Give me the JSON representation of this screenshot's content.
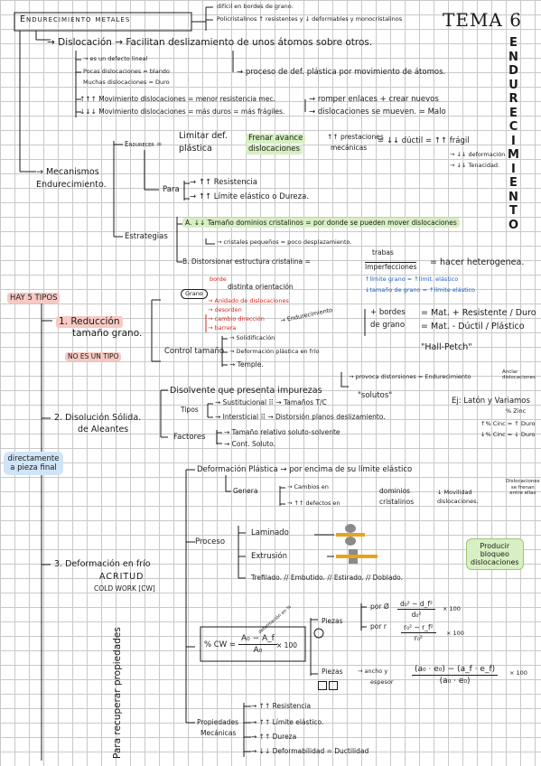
{
  "header": {
    "title": "Endurecimiento metales",
    "tema": "TEMA 6",
    "vertical_title": [
      "E",
      "N",
      "D",
      "U",
      "R",
      "E",
      "C",
      "I",
      "M",
      "I",
      "E",
      "N",
      "T",
      "O"
    ],
    "top_notes": [
      "difícil en bordes de grano.",
      "Policristalinos ↑ resistentes y ↓ deformables y monocristalinos"
    ]
  },
  "dislocacion": {
    "head": "→ Dislocación → Facilitan deslizamiento de unos átomos sobre otros.",
    "left_notes": [
      "→ es un defecto lineal",
      "Pocas dislocaciones = blando",
      "Muchas dislocaciones = Duro"
    ],
    "proceso": "→ proceso de def. plástica por movimiento de átomos.",
    "mov1": "↑↑↑ Movimiento dislocaciones = menor resistencia mec.",
    "mov2": "↓↓↓ Movimiento dislocaciones = más duros = más frágiles.",
    "right1": "→ romper enlaces + crear nuevos",
    "right2": "→ dislocaciones se mueven. = Malo"
  },
  "mecanismos": {
    "label_1": "→ Mecanismos",
    "label_2": "Endurecimiento.",
    "endurecer": "Endurecer =",
    "limitar_1": "Limitar def.",
    "limitar_2": "plástica",
    "frenar_1": "Frenar avance",
    "frenar_2": "dislocaciones",
    "prest_1": "↑↑ prestaciones",
    "prest_2": "mecánicas",
    "ductil": "= ↓↓ dúctil = ↑↑ frágil",
    "def": "→ ↓↓ deformación",
    "ten": "→ ↓↓ Tenacidad.",
    "para": "Para",
    "res": "→ ↑↑ Resistencia",
    "lim": "→ ↑↑ Límite elástico o Dureza.",
    "estrategias": "Estrategias",
    "a": "A. ↓↓ Tamaño dominios cristalinos = por donde se pueden mover dislocaciones",
    "a_sub": "→ cristales pequeños = poco desplazamiento.",
    "b": "B. Distorsionar estructura cristalina =",
    "trabas": "trabas",
    "imperf": "Imperfecciones",
    "hetero": "= hacer heterogenea.",
    "blue1": "↑límite grano = ↑límit. elástico",
    "blue2": "↓tamaño de grano = ↑límite elástico"
  },
  "hay": {
    "label": "HAY 5 TIPOS"
  },
  "tipo1": {
    "label_1": "1. Reducción",
    "label_2": "tamaño grano.",
    "no_tipo": "NO ES UN TIPO",
    "grano": "Grano",
    "borde": "borde",
    "distinta": "distinta orientación",
    "r1": "→ Anidado de dislocaciones",
    "r2": "→ desorden",
    "r3": "→ cambio dirección",
    "r4": "→ barrera",
    "endur": "→ Endurecimiento",
    "bordes_1": "+ bordes",
    "bordes_2": "de grano",
    "mat1": "= Mat. + Resistente / Duro",
    "mat2": "= Mat. - Dúctil / Plástico",
    "hall": "\"Hall-Petch\"",
    "control": "Control tamaño",
    "c1": "→ Solidificación",
    "c2": "→ Deformación plástica en frío",
    "c3": "→ Temple."
  },
  "tipo2": {
    "label_1": "2. Disolución Sólida.",
    "label_2": "de Aleantes",
    "disol": "Disolvente que presenta impurezas",
    "solutos": "\"solutos\"",
    "provoca": "→ provoca distorsiones = Endurecimiento",
    "anclar": "Anclar dislocaciones",
    "tipos": "Tipos",
    "sust": "→ Sustitucional ⠿ → Tamaños T/C",
    "inter": "→ Intersticial ⠿ → Distorsión planos deslizamiento.",
    "ej": "Ej: Latón y Variamos",
    "zn": "% Zinc",
    "z1": "↑% Cinc = ↑ Duro",
    "z2": "↓% Cinc = ↓ Duro",
    "factores": "Factores",
    "f1": "→ Tamaño relativo soluto-solvente",
    "f2": "→ Cont. Soluto."
  },
  "tipo3": {
    "note": "directamente a pieza final",
    "label": "3. Deformación en frío",
    "acritud": "ACRITUD",
    "cw": "COLD WORK [CW]",
    "def_plast": "Deformación Plástica → por encima de su límite elástico",
    "genera": "Genera",
    "cambios": "→ Cambios en",
    "defectos": "→ ↑↑ defectos en",
    "dominios_1": "dominios",
    "dominios_2": "cristalinos",
    "mov_1": "↓ Movilidad",
    "mov_2": "dislocaciones.",
    "disl_1": "Dislocaciones",
    "disl_2": "se frenan",
    "disl_3": "entre ellas",
    "proceso": "Proceso",
    "laminado": "Laminado",
    "extrusion": "Extrusión",
    "trefilado": "Trefilado. // Embutido. // Estirado. // Doblado.",
    "producir_1": "Producir",
    "producir_2": "bloqueo",
    "producir_3": "dislocaciones",
    "pcw": "% CW =",
    "frac_num": "A₀ − A_f",
    "frac_den": "A₀",
    "x100": "× 100",
    "deform": "deformación en %",
    "piezas": "Piezas",
    "por_o": "por Ø",
    "por_r": "por r",
    "f1_num": "d₀² − d_f²",
    "f1_den": "d₀²",
    "f2_num": "r₀² − r_f²",
    "f2_den": "r₀²",
    "piezas2": "Piezas",
    "ancho_1": "→ ancho y",
    "ancho_2": "espesor",
    "big_num": "(a₀ · e₀) − (a_f · e_f)",
    "big_den": "(a₀ · e₀)",
    "propiedades_1": "Propiedades",
    "propiedades_2": "Mecánicas",
    "p1": "→ ↑↑ Resistencia",
    "p2": "→ ↑↑ Límite elástico.",
    "p3": "→ ↑↑ Dureza",
    "p4": "→ ↓↓ Deformabilidad = Ductilidad",
    "vertical": "Para recuperar propiedades"
  }
}
